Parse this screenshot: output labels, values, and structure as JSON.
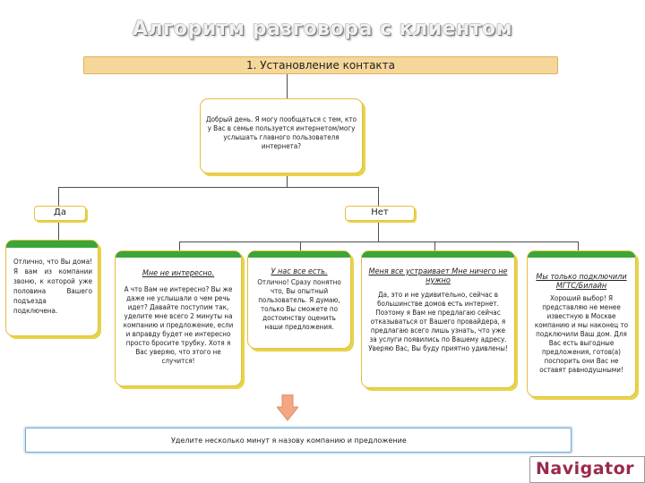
{
  "title": "Алгоритм разговора с клиентом",
  "stage": "1. Установление контакта",
  "greeting": "Добрый день. Я могу пообщаться с тем, кто у Вас в семье пользуется интернетом/могу услышать главного пользователя интернета?",
  "branch_yes": "Да",
  "branch_no": "Нет",
  "yes_response": "Отлично, что Вы дома! Я вам из компании звоню, к которой уже половина Вашего подъезда подключена.",
  "cards": [
    {
      "title": "Мне не интересно.",
      "body": "А что Вам не интересно? Вы же даже не услышали о чем речь идет? Давайте поступим так, уделите мне всего 2 минуты на компанию и предложение, если и вправду будет не интересно просто бросите трубку. Хотя я Вас уверяю, что этого не случится!"
    },
    {
      "title": "У нас все есть.",
      "body": "Отлично! Сразу понятно что, Вы опытный пользователь. Я думаю, только Вы сможете по достоинству оценить наши предложения."
    },
    {
      "title": "Меня все устраивает Мне ничего не нужно",
      "body": "Да, это и не удивительно, сейчас в большинстве домов есть интернет. Поэтому я Вам не предлагаю сейчас отказываться от Вашего провайдера, я предлагаю всего лишь узнать, что уже за услуги появились по Вашему адресу. Уверяю Вас, Вы буду приятно удивлены!"
    },
    {
      "title": "Мы только подключили МГТС/Билайн",
      "body": "Хороший выбор! Я представляю не менее известную в Москве компанию и мы наконец то подключили Ваш дом. Для Вас есть выгодные предложения, готов(а) поспорить они Вас не оставят равнодушными!"
    }
  ],
  "footer": "Уделите несколько минут я назову компанию и предложение",
  "logo": "Navigator",
  "colors": {
    "accent_yellow": "#e6d44a",
    "green_cap": "#3aa63a",
    "stage_bar": "#f6d79a",
    "arrow": "#f4a582",
    "logo": "#9a2a4a"
  }
}
